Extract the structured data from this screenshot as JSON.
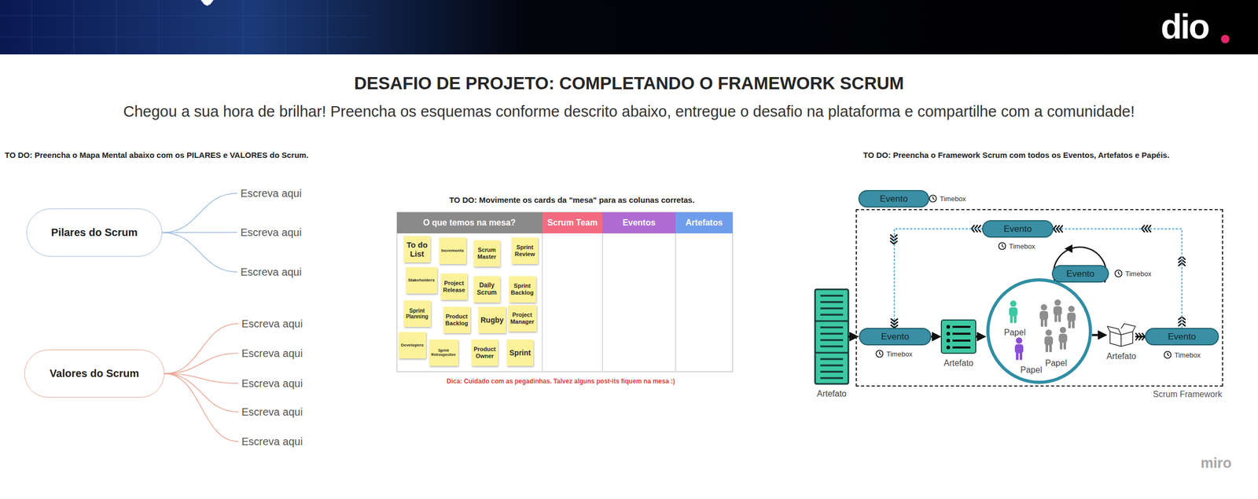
{
  "diagram": {
    "title": "DESAFIO DE PROJETO: COMPLETANDO O FRAMEWORK SCRUM",
    "nodes": [
      {
        "text": [
          "Pilares do Scrum"
        ]
      },
      {
        "text": [
          "Escreva aqui"
        ]
      },
      {
        "text": [
          "Escreva aqui"
        ]
      },
      {
        "text": [
          "Escreva aqui"
        ]
      },
      {
        "text": [
          "Valores do Scrum"
        ]
      },
      {
        "text": [
          "Escreva aqui"
        ]
      },
      {
        "text": [
          "Escreva aqui"
        ]
      },
      {
        "text": [
          "Escreva aqui"
        ]
      },
      {
        "text": [
          "Escreva aqui"
        ]
      },
      {
        "text": [
          "Escreva aqui"
        ]
      },
      {
        "text": [
          "To do List"
        ]
      },
      {
        "text": [
          "Increments"
        ]
      },
      {
        "text": [
          "Scrum Master"
        ]
      },
      {
        "text": [
          "Sprint Review"
        ]
      },
      {
        "text": [
          "Stakeholders"
        ]
      },
      {
        "text": [
          "Project Release"
        ]
      },
      {
        "text": [
          "Daily Scrum"
        ]
      },
      {
        "text": [
          "Sprint Backlog"
        ]
      },
      {
        "text": [
          "Sprint Planning"
        ]
      },
      {
        "text": [
          "Product Backlog"
        ]
      },
      {
        "text": [
          "Rugby"
        ]
      },
      {
        "text": [
          "Project Manager"
        ]
      },
      {
        "text": [
          "Developers"
        ]
      },
      {
        "text": [
          "Sprint Retrospective"
        ]
      },
      {
        "text": [
          "Product Owner"
        ]
      },
      {
        "text": [
          "Sprint"
        ]
      },
      {
        "text": [
          "Evento"
        ]
      },
      {
        "text": [
          "Artefato"
        ]
      },
      {
        "text": [
          "Scrum Framework"
        ]
      },
      {
        "text": [
          "Evento"
        ],
        "in": 28
      },
      {
        "text": [
          "Evento"
        ],
        "in": 28
      },
      {
        "text": [
          "Evento"
        ],
        "in": 28
      },
      {
        "text": [
          "Artefato"
        ],
        "in": 28
      },
      {
        "text": [
          "Papel",
          "Papel",
          "Papel"
        ],
        "in": 28
      },
      {
        "text": [
          "Artefato"
        ],
        "in": 28
      },
      {
        "text": [
          "Evento"
        ],
        "in": 28
      }
    ],
    "edges": [
      {
        "from": 0,
        "to": 1,
        "arrow": "none"
      },
      {
        "from": 0,
        "to": 2,
        "arrow": "none"
      },
      {
        "from": 0,
        "to": 3,
        "arrow": "none"
      },
      {
        "from": 4,
        "to": 5,
        "arrow": "none"
      },
      {
        "from": 4,
        "to": 6,
        "arrow": "none"
      },
      {
        "from": 4,
        "to": 7,
        "arrow": "none"
      },
      {
        "from": 4,
        "to": 8,
        "arrow": "none"
      },
      {
        "from": 4,
        "to": 9,
        "arrow": "none"
      },
      {
        "from": 27,
        "to": 31,
        "arrow": "to"
      },
      {
        "from": 31,
        "to": 32,
        "arrow": "to"
      },
      {
        "from": 32,
        "to": 33,
        "arrow": "to"
      },
      {
        "from": 33,
        "to": 34,
        "arrow": "to"
      },
      {
        "from": 34,
        "to": 35,
        "arrow": "to"
      },
      {
        "from": 35,
        "to": 29,
        "arrow": "to"
      },
      {
        "from": 29,
        "to": 31,
        "arrow": "to"
      }
    ],
    "labels": [
      "dio",
      "Chegou a sua hora de brilhar! Preencha os esquemas conforme descrito abaixo, entregue o desafio na plataforma e compartilhe com a comunidade!",
      "TO DO: Preencha o Mapa Mental abaixo com os PILARES e VALORES do Scrum.",
      "TO DO: Movimente os cards da \"mesa\" para as colunas corretas.",
      "O que temos na mesa?",
      "Scrum Team",
      "Eventos",
      "Artefatos",
      "Dica: Cuidado com as pegadinhas. Talvez alguns post-its fiquem na mesa :)",
      "TO DO: Preencha o Framework Scrum com todos os Eventos, Artefatos e Papéis.",
      "Timebox",
      "Timebox",
      "Timebox",
      "Timebox",
      "Timebox",
      "miro"
    ]
  }
}
